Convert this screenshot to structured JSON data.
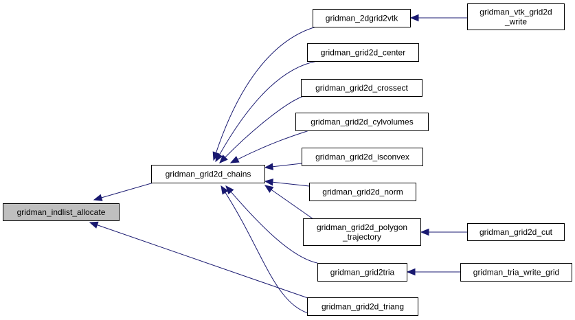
{
  "colors": {
    "edge": "#191970",
    "node_fill": "#ffffff",
    "focus_fill": "#bfbfbf",
    "node_border": "#000000"
  },
  "nodes": {
    "indlist": {
      "lines": [
        "gridman_indlist_allocate"
      ],
      "focus": true
    },
    "chains": {
      "lines": [
        "gridman_grid2d_chains"
      ]
    },
    "vtk2d": {
      "lines": [
        "gridman_2dgrid2vtk"
      ]
    },
    "vtkwrite": {
      "lines": [
        "gridman_vtk_grid2d",
        "_write"
      ]
    },
    "center": {
      "lines": [
        "gridman_grid2d_center"
      ]
    },
    "crossect": {
      "lines": [
        "gridman_grid2d_crossect"
      ]
    },
    "cylvol": {
      "lines": [
        "gridman_grid2d_cylvolumes"
      ]
    },
    "isconvex": {
      "lines": [
        "gridman_grid2d_isconvex"
      ]
    },
    "norm": {
      "lines": [
        "gridman_grid2d_norm"
      ]
    },
    "polytraj": {
      "lines": [
        "gridman_grid2d_polygon",
        "_trajectory"
      ]
    },
    "cut": {
      "lines": [
        "gridman_grid2d_cut"
      ]
    },
    "grid2tria": {
      "lines": [
        "gridman_grid2tria"
      ]
    },
    "triawrite": {
      "lines": [
        "gridman_tria_write_grid"
      ]
    },
    "triang": {
      "lines": [
        "gridman_grid2d_triang"
      ]
    }
  },
  "edges": [
    {
      "from": "chains",
      "to": "indlist"
    },
    {
      "from": "triang",
      "to": "indlist"
    },
    {
      "from": "vtk2d",
      "to": "chains"
    },
    {
      "from": "center",
      "to": "chains"
    },
    {
      "from": "crossect",
      "to": "chains"
    },
    {
      "from": "cylvol",
      "to": "chains"
    },
    {
      "from": "isconvex",
      "to": "chains"
    },
    {
      "from": "norm",
      "to": "chains"
    },
    {
      "from": "polytraj",
      "to": "chains"
    },
    {
      "from": "grid2tria",
      "to": "chains"
    },
    {
      "from": "triang",
      "to": "chains"
    },
    {
      "from": "vtkwrite",
      "to": "vtk2d"
    },
    {
      "from": "cut",
      "to": "polytraj"
    },
    {
      "from": "triawrite",
      "to": "grid2tria"
    }
  ]
}
